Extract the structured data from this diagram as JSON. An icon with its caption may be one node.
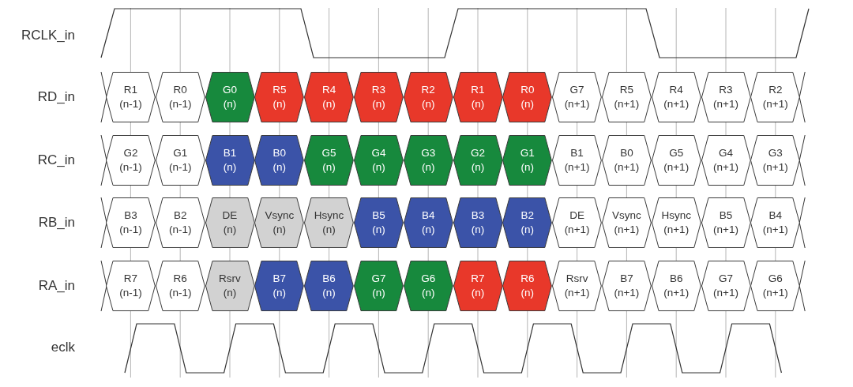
{
  "diagram": {
    "nodes": [
      {
        "text": [
          "R1",
          "(n-1)"
        ]
      },
      {
        "text": [
          "R0",
          "(n-1)"
        ]
      },
      {
        "text": [
          "G0",
          "(n)"
        ]
      },
      {
        "text": [
          "R5",
          "(n)"
        ]
      },
      {
        "text": [
          "R4",
          "(n)"
        ]
      },
      {
        "text": [
          "R3",
          "(n)"
        ]
      },
      {
        "text": [
          "R2",
          "(n)"
        ]
      },
      {
        "text": [
          "R1",
          "(n)"
        ]
      },
      {
        "text": [
          "R0",
          "(n)"
        ]
      },
      {
        "text": [
          "G7",
          "(n+1)"
        ]
      },
      {
        "text": [
          "R5",
          "(n+1)"
        ]
      },
      {
        "text": [
          "R4",
          "(n+1)"
        ]
      },
      {
        "text": [
          "R3",
          "(n+1)"
        ]
      },
      {
        "text": [
          "R2",
          "(n+1)"
        ]
      },
      {
        "text": [
          "G2",
          "(n-1)"
        ]
      },
      {
        "text": [
          "G1",
          "(n-1)"
        ]
      },
      {
        "text": [
          "B1",
          "(n)"
        ]
      },
      {
        "text": [
          "B0",
          "(n)"
        ]
      },
      {
        "text": [
          "G5",
          "(n)"
        ]
      },
      {
        "text": [
          "G4",
          "(n)"
        ]
      },
      {
        "text": [
          "G3",
          "(n)"
        ]
      },
      {
        "text": [
          "G2",
          "(n)"
        ]
      },
      {
        "text": [
          "G1",
          "(n)"
        ]
      },
      {
        "text": [
          "B1",
          "(n+1)"
        ]
      },
      {
        "text": [
          "B0",
          "(n+1)"
        ]
      },
      {
        "text": [
          "G5",
          "(n+1)"
        ]
      },
      {
        "text": [
          "G4",
          "(n+1)"
        ]
      },
      {
        "text": [
          "G3",
          "(n+1)"
        ]
      },
      {
        "text": [
          "B3",
          "(n-1)"
        ]
      },
      {
        "text": [
          "B2",
          "(n-1)"
        ]
      },
      {
        "text": [
          "DE",
          "(n)"
        ]
      },
      {
        "text": [
          "Vsync",
          "(n)"
        ]
      },
      {
        "text": [
          "Hsync",
          "(n)"
        ]
      },
      {
        "text": [
          "B5",
          "(n)"
        ]
      },
      {
        "text": [
          "B4",
          "(n)"
        ]
      },
      {
        "text": [
          "B3",
          "(n)"
        ]
      },
      {
        "text": [
          "B2",
          "(n)"
        ]
      },
      {
        "text": [
          "DE",
          "(n+1)"
        ]
      },
      {
        "text": [
          "Vsync",
          "(n+1)"
        ]
      },
      {
        "text": [
          "Hsync",
          "(n+1)"
        ]
      },
      {
        "text": [
          "B5",
          "(n+1)"
        ]
      },
      {
        "text": [
          "B4",
          "(n+1)"
        ]
      },
      {
        "text": [
          "R7",
          "(n-1)"
        ]
      },
      {
        "text": [
          "R6",
          "(n-1)"
        ]
      },
      {
        "text": [
          "Rsrv",
          "(n)"
        ]
      },
      {
        "text": [
          "B7",
          "(n)"
        ]
      },
      {
        "text": [
          "B6",
          "(n)"
        ]
      },
      {
        "text": [
          "G7",
          "(n)"
        ]
      },
      {
        "text": [
          "G6",
          "(n)"
        ]
      },
      {
        "text": [
          "R7",
          "(n)"
        ]
      },
      {
        "text": [
          "R6",
          "(n)"
        ]
      },
      {
        "text": [
          "Rsrv",
          "(n+1)"
        ]
      },
      {
        "text": [
          "B7",
          "(n+1)"
        ]
      },
      {
        "text": [
          "B6",
          "(n+1)"
        ]
      },
      {
        "text": [
          "G7",
          "(n+1)"
        ]
      },
      {
        "text": [
          "G6",
          "(n+1)"
        ]
      }
    ],
    "labels": [
      "RCLK_in",
      "RD_in",
      "RC_in",
      "RB_in",
      "RA_in",
      "eclk"
    ]
  }
}
